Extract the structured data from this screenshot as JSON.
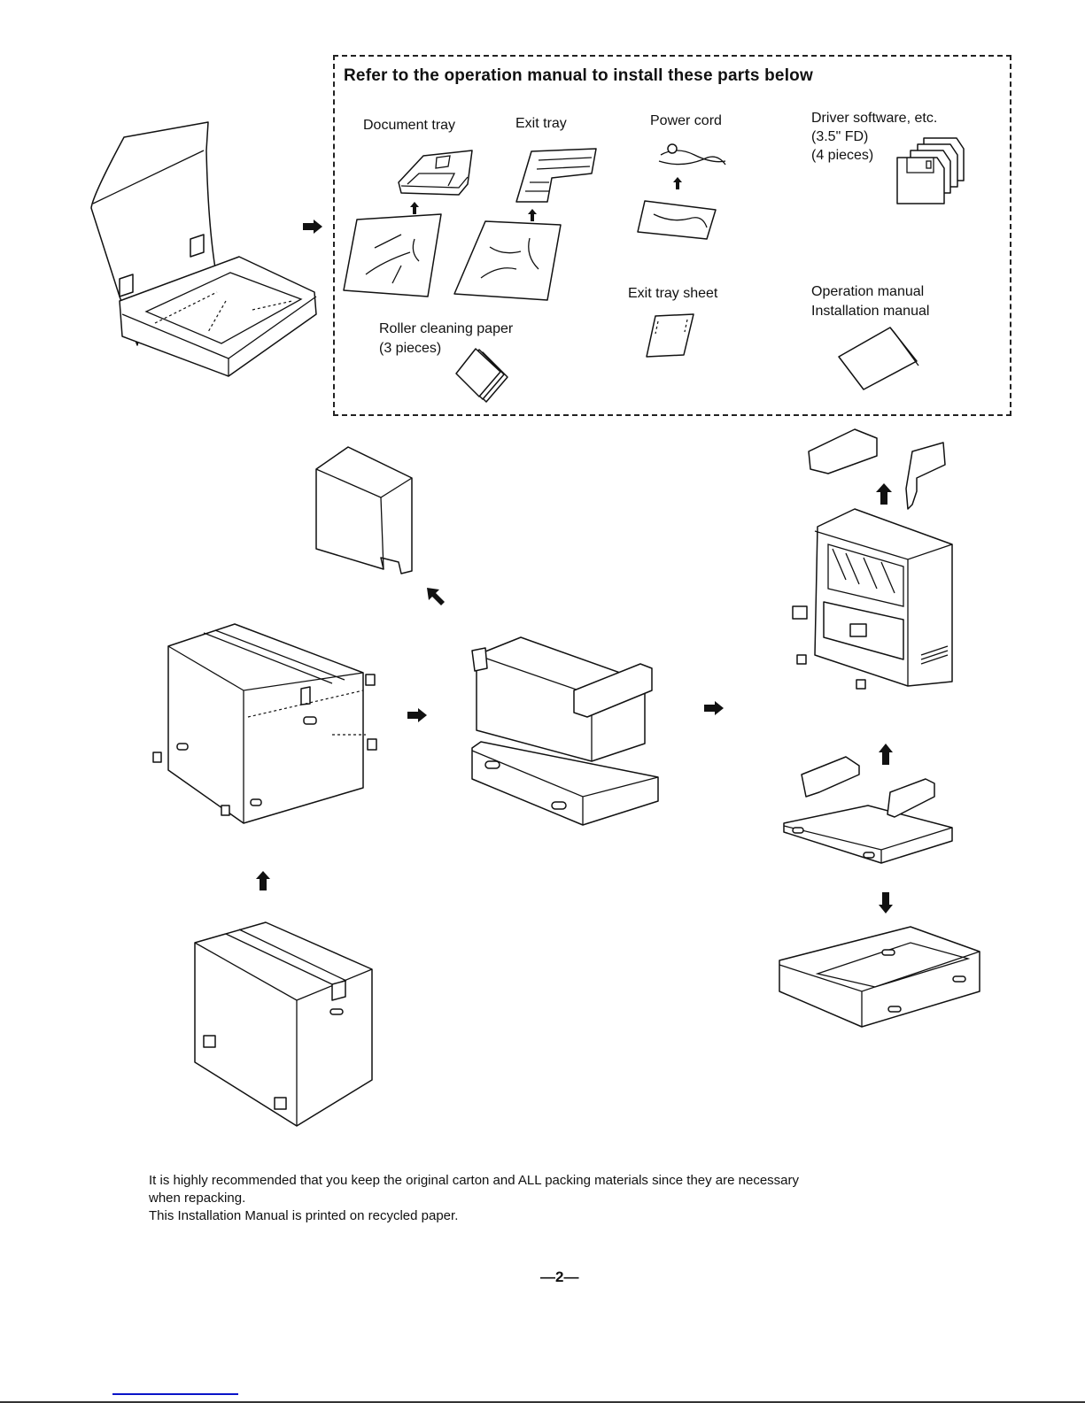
{
  "page": {
    "page_number": "—2—"
  },
  "parts_box": {
    "heading": "Refer to the operation manual to install these parts below",
    "items": [
      {
        "label": "Document tray"
      },
      {
        "label": "Exit tray"
      },
      {
        "label": "Power cord"
      },
      {
        "label": "Driver software, etc.",
        "detail_1": "(3.5\" FD)",
        "detail_2": "(4 pieces)"
      },
      {
        "label": "Exit tray sheet"
      },
      {
        "label": "Operation manual",
        "detail_1": "Installation manual"
      },
      {
        "label": "Roller cleaning paper",
        "detail_1": "(3 pieces)"
      }
    ]
  },
  "illustrations": {
    "steps": [
      "open-top-carton",
      "top-foam-cover",
      "closed-carton-with-clips",
      "printer-on-base-tray",
      "printer-with-end-caps",
      "base-tray-with-foam",
      "empty-base-tray",
      "closed-carton"
    ],
    "arrow_icons": [
      "arrow-right",
      "arrow-up-left",
      "arrow-right",
      "arrow-right",
      "arrow-up",
      "arrow-up",
      "arrow-down",
      "arrow-up"
    ]
  },
  "notes": {
    "line_1": "It is highly recommended that you keep the original carton and ALL packing materials since they are necessary",
    "line_2": "when repacking.",
    "line_3": "This Installation Manual is printed on recycled paper."
  }
}
